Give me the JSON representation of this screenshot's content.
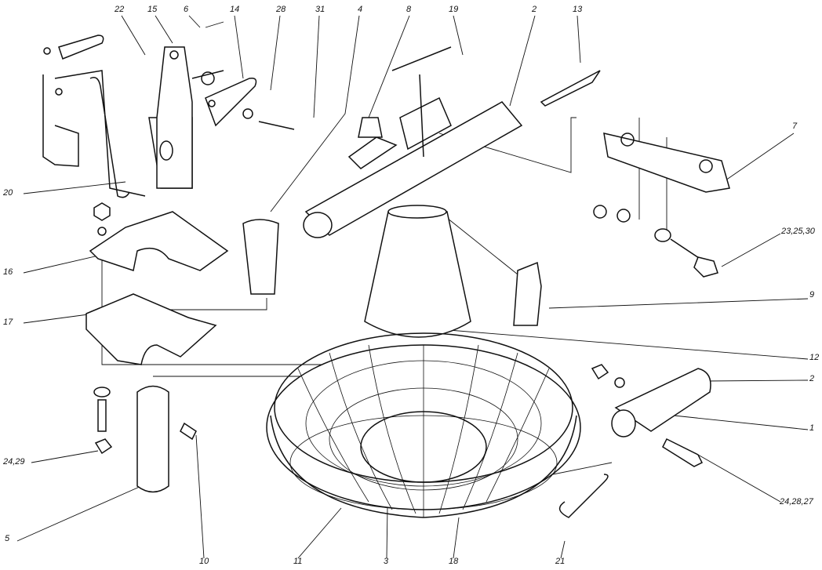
{
  "title": "Exploded assembly diagram of hanging feeder",
  "labels": {
    "l22": "22",
    "l15": "15",
    "l6": "6",
    "l14": "14",
    "l28": "28",
    "l31": "31",
    "l4": "4",
    "l8": "8",
    "l19": "19",
    "l2top": "2",
    "l13": "13",
    "l7": "7",
    "l20": "20",
    "l16": "16",
    "l17": "17",
    "l23": "23,25,30",
    "l9": "9",
    "l12": "12",
    "l2right": "2",
    "l1": "1",
    "l24a": "24,29",
    "l5": "5",
    "l10": "10",
    "l11": "11",
    "l3": "3",
    "l18": "18",
    "l21": "21",
    "l24b": "24,28,27"
  }
}
